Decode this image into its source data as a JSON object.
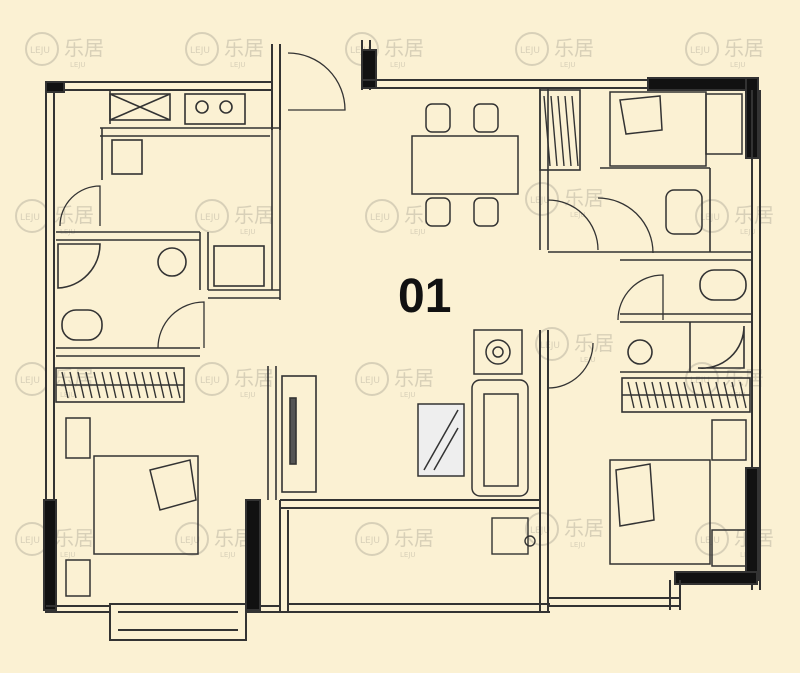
{
  "plan": {
    "unit_label": "01",
    "watermark_brand": "乐居",
    "watermark_sub": "LEJU",
    "watermark_badge": "LEJU"
  },
  "colors": {
    "background": "#fbf1d3",
    "wall": "#1a1a1a",
    "line": "#333333",
    "watermark": "#d8d0b8"
  }
}
